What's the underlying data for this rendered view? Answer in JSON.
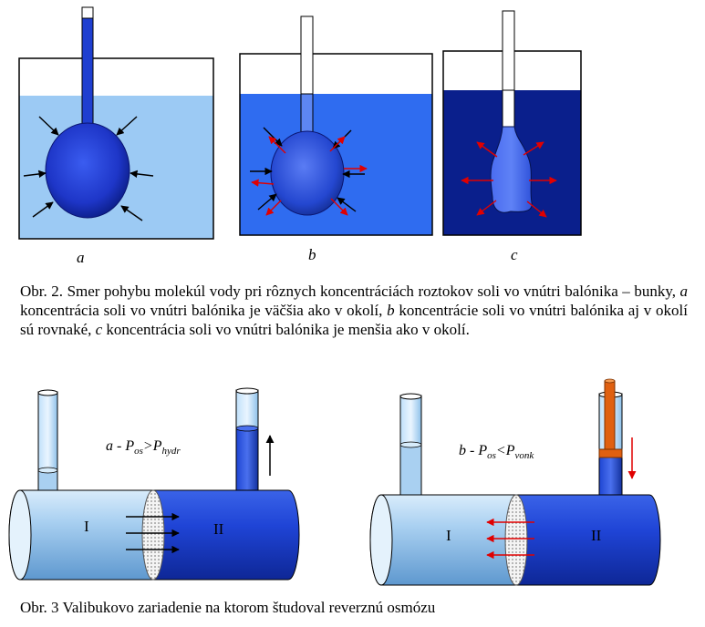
{
  "figure2": {
    "panels": [
      {
        "label": "a"
      },
      {
        "label": "b"
      },
      {
        "label": "c"
      }
    ],
    "caption": {
      "prefix": "Obr. 2.",
      "p1": " Smer pohybu molekúl vody pri rôznych koncentráciách roztokov soli vo vnútri balónika – bunky, ",
      "ia": "a",
      "p2": " koncentrácia soli vo vnútri balónika je väčšia ako v okolí, ",
      "ib": "b",
      "p3": " koncentrácie soli vo vnútri balónika aj v okolí sú rovnaké, ",
      "ic": "c",
      "p4": " koncentrácia soli vo vnútri balónika je menšia ako v okolí."
    }
  },
  "figure3": {
    "left": {
      "eq_prefix": "a -  P",
      "eq_sub1": "os",
      "eq_mid": ">P",
      "eq_sub2": "hydr",
      "chamber1": "I",
      "chamber2": "II"
    },
    "right": {
      "eq_prefix": "b - P",
      "eq_sub1": "os",
      "eq_mid": "<P",
      "eq_sub2": "vonk",
      "chamber1": "I",
      "chamber2": "II"
    },
    "caption": "Obr. 3 Valibukovo zariadenie na ktorom študoval reverznú osmózu"
  },
  "colors": {
    "light_water": "#9ccaf4",
    "mid_water": "#2f6cf0",
    "dark_water": "#0a1f8c",
    "balloon": "#1f3fd0",
    "arrow_black": "#000000",
    "arrow_red": "#e00000",
    "piston": "#e06010"
  }
}
